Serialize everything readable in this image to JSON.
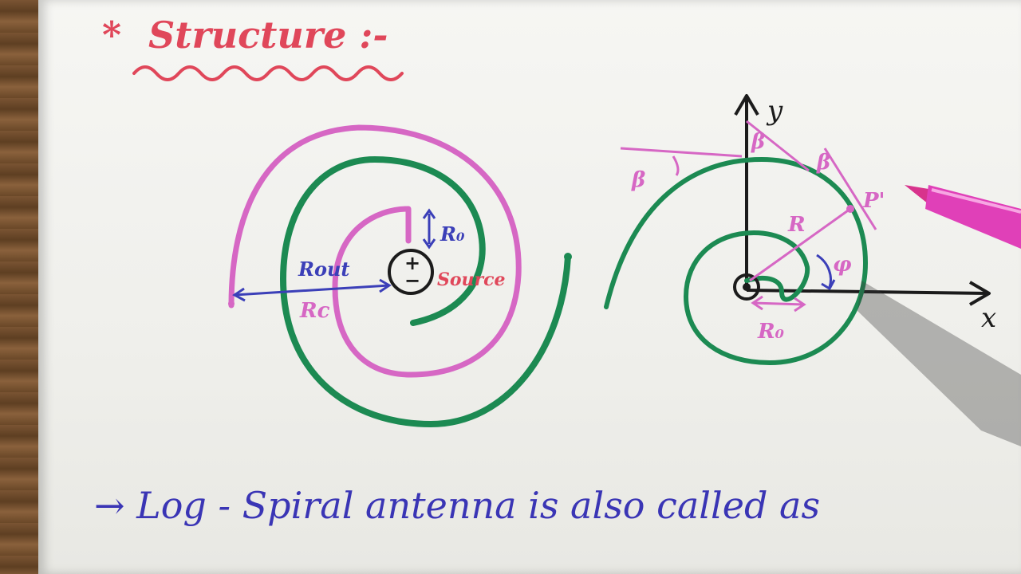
{
  "title": "Structure :-",
  "left_diagram": {
    "labels": {
      "r_out": "Rout",
      "r_c": "Rc",
      "r_0": "R₀",
      "source": "Source",
      "source_symbol_top": "+",
      "source_symbol_bottom": "−"
    }
  },
  "right_diagram": {
    "labels": {
      "y_axis": "y",
      "x_axis": "x",
      "beta_left": "β",
      "beta_top": "β",
      "beta_right": "β",
      "p_prime": "P'",
      "r": "R",
      "phi": "φ",
      "r_0": "R₀"
    }
  },
  "bottom_text": "→ Log - Spiral antenna is also called as",
  "colors": {
    "green_arm": "#1c8a52",
    "pink_arm": "#d667c4",
    "blue_ink": "#3b3fb8",
    "red_ink": "#e0475a",
    "marker_body": "#e040b8"
  }
}
